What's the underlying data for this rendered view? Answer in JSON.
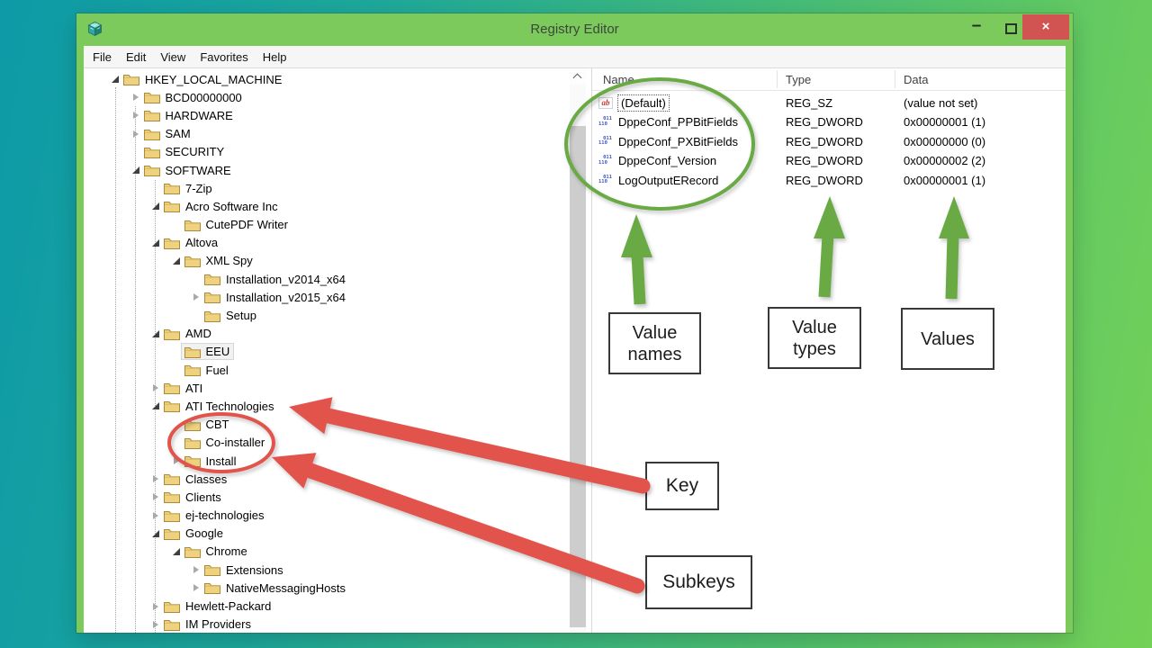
{
  "theme": {
    "bg_teal": "#0e9aa7",
    "bg_green": "#74d156",
    "frame_green": "#7cc95c",
    "close_red": "#d15452",
    "annotation_green": "#69aa45",
    "annotation_red": "#e2544b",
    "folder_fill": "#eed27f",
    "folder_edge": "#ab8b3a"
  },
  "window": {
    "title": "Registry Editor",
    "controls": {
      "minimize": "–",
      "close": "×"
    },
    "menu": [
      "File",
      "Edit",
      "View",
      "Favorites",
      "Help"
    ]
  },
  "tree": {
    "items": [
      {
        "label": "HKEY_LOCAL_MACHINE",
        "level": 0,
        "state": "expanded"
      },
      {
        "label": "BCD00000000",
        "level": 1,
        "state": "collapsed"
      },
      {
        "label": "HARDWARE",
        "level": 1,
        "state": "collapsed"
      },
      {
        "label": "SAM",
        "level": 1,
        "state": "collapsed"
      },
      {
        "label": "SECURITY",
        "level": 1,
        "state": "leaf"
      },
      {
        "label": "SOFTWARE",
        "level": 1,
        "state": "expanded"
      },
      {
        "label": "7-Zip",
        "level": 2,
        "state": "leaf"
      },
      {
        "label": "Acro Software Inc",
        "level": 2,
        "state": "expanded"
      },
      {
        "label": "CutePDF Writer",
        "level": 3,
        "state": "leaf"
      },
      {
        "label": "Altova",
        "level": 2,
        "state": "expanded"
      },
      {
        "label": "XML Spy",
        "level": 3,
        "state": "expanded"
      },
      {
        "label": "Installation_v2014_x64",
        "level": 4,
        "state": "leaf"
      },
      {
        "label": "Installation_v2015_x64",
        "level": 4,
        "state": "collapsed"
      },
      {
        "label": "Setup",
        "level": 4,
        "state": "leaf"
      },
      {
        "label": "AMD",
        "level": 2,
        "state": "expanded"
      },
      {
        "label": "EEU",
        "level": 3,
        "state": "leaf",
        "selected": true
      },
      {
        "label": "Fuel",
        "level": 3,
        "state": "leaf"
      },
      {
        "label": "ATI",
        "level": 2,
        "state": "collapsed"
      },
      {
        "label": "ATI Technologies",
        "level": 2,
        "state": "expanded"
      },
      {
        "label": "CBT",
        "level": 3,
        "state": "leaf"
      },
      {
        "label": "Co-installer",
        "level": 3,
        "state": "leaf"
      },
      {
        "label": "Install",
        "level": 3,
        "state": "collapsed"
      },
      {
        "label": "Classes",
        "level": 2,
        "state": "collapsed"
      },
      {
        "label": "Clients",
        "level": 2,
        "state": "collapsed"
      },
      {
        "label": "ej-technologies",
        "level": 2,
        "state": "collapsed"
      },
      {
        "label": "Google",
        "level": 2,
        "state": "expanded"
      },
      {
        "label": "Chrome",
        "level": 3,
        "state": "expanded"
      },
      {
        "label": "Extensions",
        "level": 4,
        "state": "collapsed"
      },
      {
        "label": "NativeMessagingHosts",
        "level": 4,
        "state": "collapsed"
      },
      {
        "label": "Hewlett-Packard",
        "level": 2,
        "state": "collapsed"
      },
      {
        "label": "IM Providers",
        "level": 2,
        "state": "collapsed"
      }
    ]
  },
  "list": {
    "columns": [
      "Name",
      "Type",
      "Data"
    ],
    "icon_glyphs": {
      "sz": "ab",
      "dword_top": "011",
      "dword_bottom": "110"
    },
    "rows": [
      {
        "name": "(Default)",
        "type": "REG_SZ",
        "data": "(value not set)",
        "icon": "sz",
        "focused": true
      },
      {
        "name": "DppeConf_PPBitFields",
        "type": "REG_DWORD",
        "data": "0x00000001 (1)",
        "icon": "dword"
      },
      {
        "name": "DppeConf_PXBitFields",
        "type": "REG_DWORD",
        "data": "0x00000000 (0)",
        "icon": "dword"
      },
      {
        "name": "DppeConf_Version",
        "type": "REG_DWORD",
        "data": "0x00000002 (2)",
        "icon": "dword"
      },
      {
        "name": "LogOutputERecord",
        "type": "REG_DWORD",
        "data": "0x00000001 (1)",
        "icon": "dword"
      }
    ]
  },
  "annotations": {
    "value_names": {
      "line1": "Value",
      "line2": "names"
    },
    "value_types": {
      "line1": "Value",
      "line2": "types"
    },
    "values": {
      "label": "Values"
    },
    "key": {
      "label": "Key"
    },
    "subkeys": {
      "label": "Subkeys"
    }
  }
}
